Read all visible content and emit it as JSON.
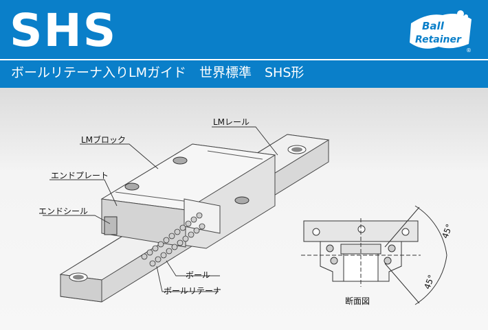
{
  "title": "SHS",
  "subtitle": "ボールリテーナ入りLMガイド　世界標準　SHS形",
  "badge": {
    "line1": "Ball",
    "line2": "Retainer",
    "mark": "®"
  },
  "labels": {
    "lm_rail": "LMレール",
    "lm_block": "LMブロック",
    "end_plate": "エンドプレート",
    "end_seal": "エンドシール",
    "ball": "ボール",
    "ball_retainer": "ボールリテーナ"
  },
  "cross_section": {
    "caption": "断面図",
    "angle_top": "45°",
    "angle_bottom": "45°"
  },
  "colors": {
    "header": "#0a7fc9",
    "background": "#ededed"
  }
}
